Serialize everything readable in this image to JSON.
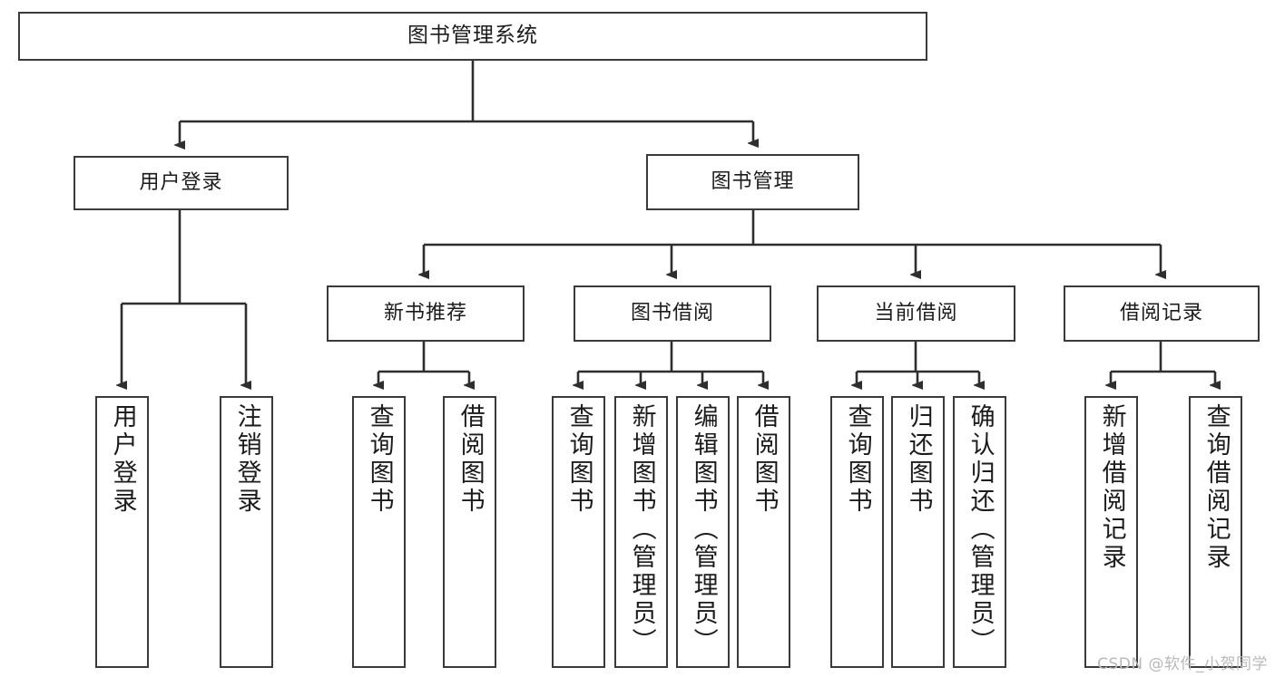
{
  "diagram": {
    "title": "图书管理系统",
    "type": "tree-hierarchy-chart",
    "watermark": "CSDN @软件_小贺同学",
    "colors": {
      "box_border": "#3a3a3a",
      "box_fill": "#ffffff",
      "text": "#1b1b1b",
      "connector": "#2e2e2e",
      "watermark": "#b9b9b9"
    },
    "root": {
      "label": "图书管理系统"
    },
    "level2": [
      {
        "label": "用户登录"
      },
      {
        "label": "图书管理"
      }
    ],
    "level3": [
      {
        "label": "新书推荐"
      },
      {
        "label": "图书借阅"
      },
      {
        "label": "当前借阅"
      },
      {
        "label": "借阅记录"
      }
    ],
    "leaves": {
      "user_login": [
        {
          "label": "用户登录"
        },
        {
          "label": "注销登录"
        }
      ],
      "new_book_recommend": [
        {
          "label": "查询图书"
        },
        {
          "label": "借阅图书"
        }
      ],
      "book_borrow": [
        {
          "label": "查询图书"
        },
        {
          "label": "新增图书（管理员）"
        },
        {
          "label": "编辑图书（管理员）"
        },
        {
          "label": "借阅图书"
        }
      ],
      "current_borrow": [
        {
          "label": "查询图书"
        },
        {
          "label": "归还图书"
        },
        {
          "label": "确认归还（管理员）"
        }
      ],
      "borrow_record": [
        {
          "label": "新增借阅记录"
        },
        {
          "label": "查询借阅记录"
        }
      ]
    }
  }
}
